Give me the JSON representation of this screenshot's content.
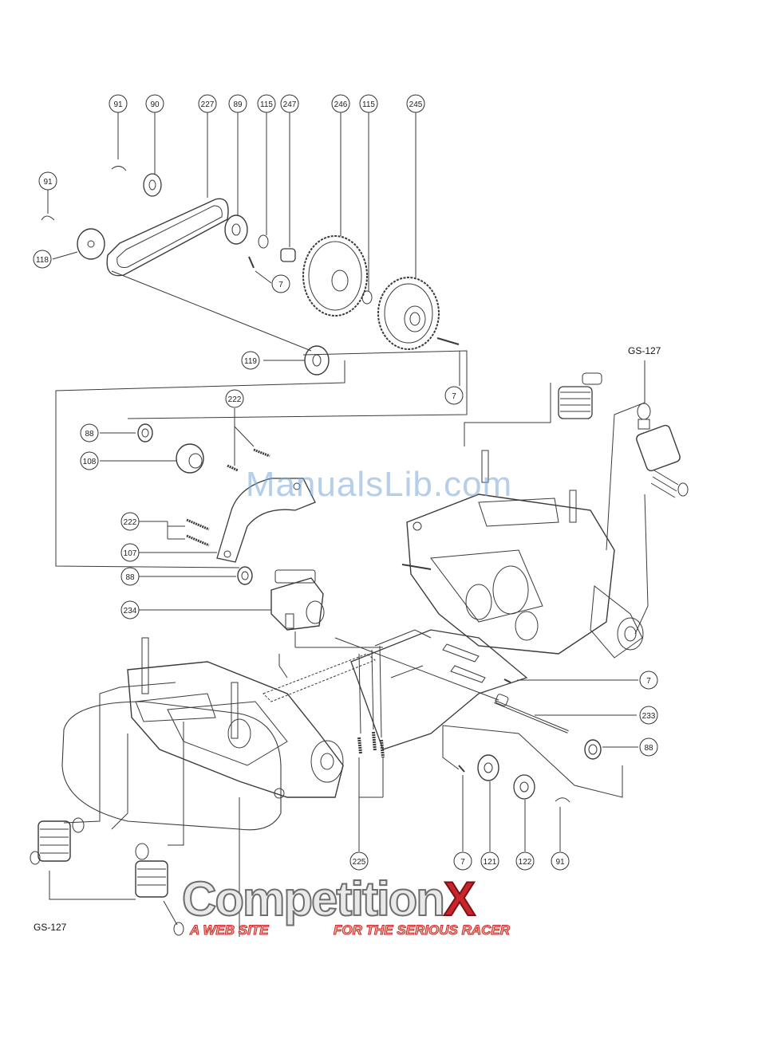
{
  "callouts": [
    {
      "id": "c-91a",
      "text": "91"
    },
    {
      "id": "c-90",
      "text": "90"
    },
    {
      "id": "c-227",
      "text": "227"
    },
    {
      "id": "c-89",
      "text": "89"
    },
    {
      "id": "c-115a",
      "text": "115"
    },
    {
      "id": "c-247",
      "text": "247"
    },
    {
      "id": "c-246",
      "text": "246"
    },
    {
      "id": "c-115b",
      "text": "115"
    },
    {
      "id": "c-245",
      "text": "245"
    },
    {
      "id": "c-91b",
      "text": "91"
    },
    {
      "id": "c-118",
      "text": "118"
    },
    {
      "id": "c-7a",
      "text": "7"
    },
    {
      "id": "c-119",
      "text": "119"
    },
    {
      "id": "c-7b",
      "text": "7"
    },
    {
      "id": "c-222a",
      "text": "222"
    },
    {
      "id": "c-88a",
      "text": "88"
    },
    {
      "id": "c-108",
      "text": "108"
    },
    {
      "id": "c-222b",
      "text": "222"
    },
    {
      "id": "c-107",
      "text": "107"
    },
    {
      "id": "c-88b",
      "text": "88"
    },
    {
      "id": "c-234",
      "text": "234"
    },
    {
      "id": "c-7c",
      "text": "7"
    },
    {
      "id": "c-233",
      "text": "233"
    },
    {
      "id": "c-88c",
      "text": "88"
    },
    {
      "id": "c-225",
      "text": "225"
    },
    {
      "id": "c-7d",
      "text": "7"
    },
    {
      "id": "c-121",
      "text": "121"
    },
    {
      "id": "c-122",
      "text": "122"
    },
    {
      "id": "c-91c",
      "text": "91"
    }
  ],
  "labels": {
    "gs_top": "GS-127",
    "gs_bottom": "GS-127"
  },
  "watermark": "ManualsLib.com",
  "logo": {
    "main": "Competition",
    "x": "X",
    "sub_left": "A WEB SITE",
    "sub_right": "FOR THE SERIOUS RACER"
  }
}
